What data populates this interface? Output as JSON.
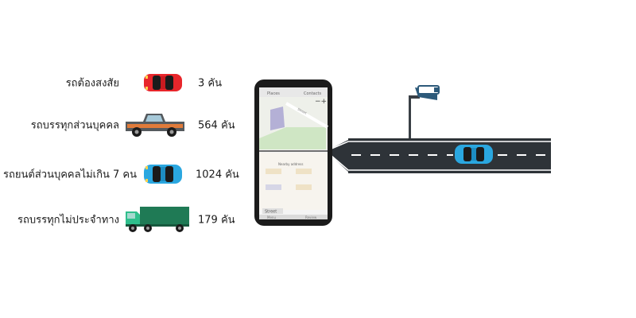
{
  "vehicles": [
    {
      "label": "รถต้องสงสัย",
      "count": "3 คัน",
      "icon": "red-car-icon",
      "color": "#e8262b"
    },
    {
      "label": "รถบรรทุกส่วนบุคคล",
      "count": "564 คัน",
      "icon": "pickup-truck-icon",
      "color": "#4a4a4a"
    },
    {
      "label": "รถยนต์ส่วนบุคคลไม่เกิน 7 คน",
      "count": "1024 คัน",
      "icon": "blue-car-icon",
      "color": "#2aa7e0"
    },
    {
      "label": "รถบรรทุกไม่ประจำทาง",
      "count": "179 คัน",
      "icon": "green-truck-icon",
      "color": "#1f7a55"
    }
  ],
  "phone": {
    "tab_left": "Places",
    "tab_right": "Contacts",
    "street_label": "Street",
    "nearby_label": "Nearby address",
    "bottom_left": "Street",
    "bottom_buttons": [
      "Menu",
      "Review"
    ]
  },
  "colors": {
    "road": "#2e3338",
    "map_green": "#cfe6c4",
    "map_beige": "#f3ead8",
    "map_purple": "#b4b0d6"
  }
}
